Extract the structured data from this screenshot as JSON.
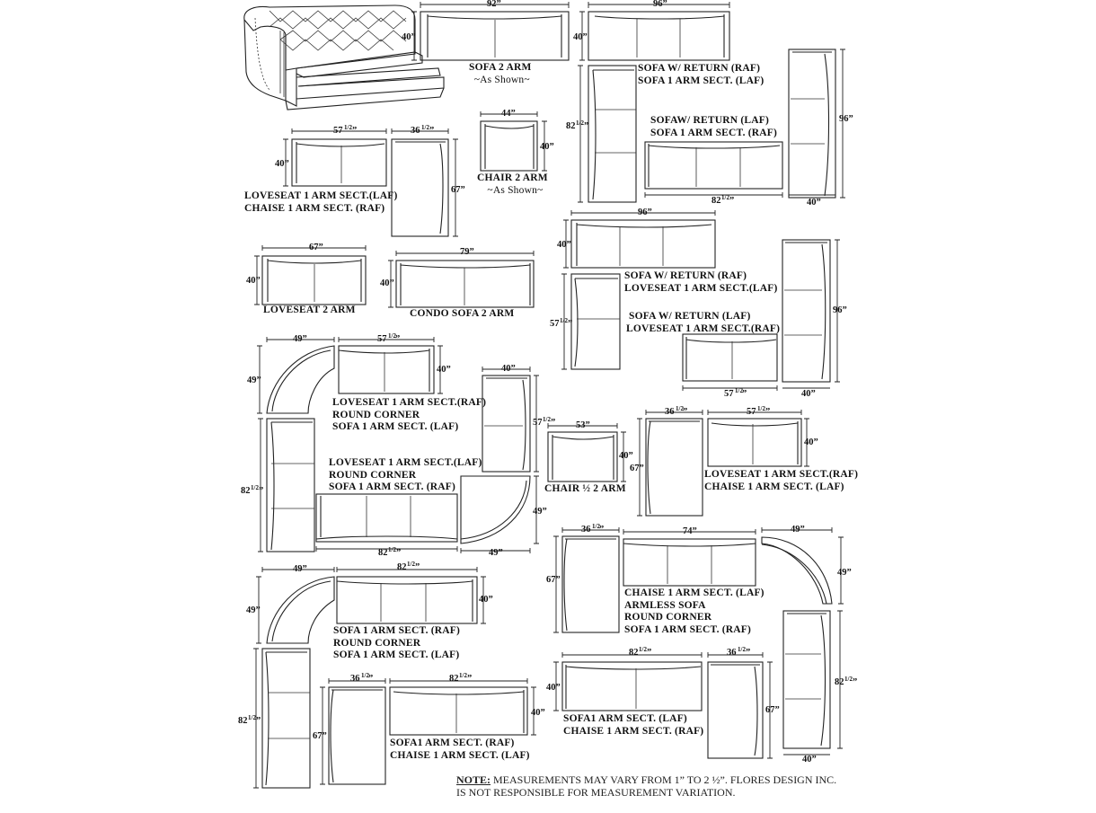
{
  "pieces": [
    {
      "id": "sofa2",
      "dims": [
        "92”",
        "40”"
      ],
      "labels": [
        "SOFA 2 ARM",
        "~As Shown~"
      ]
    },
    {
      "id": "sofa-return-96",
      "dims": [
        "96”",
        "40”",
        "82½”"
      ],
      "labels": [
        "SOFA W/ RETURN (RAF)",
        "SOFA 1 ARM SECT. (LAF)"
      ]
    },
    {
      "id": "sofa-return-laf",
      "dims": [
        "96”",
        "82½”",
        "40”"
      ],
      "labels": [
        "SOFAW/ RETURN (LAF)",
        "SOFA 1 ARM SECT. (RAF)"
      ]
    },
    {
      "id": "loveseat-chaise",
      "dims": [
        "57½”",
        "36½”",
        "40”",
        "67”"
      ],
      "labels": [
        "LOVESEAT 1 ARM SECT.(LAF)",
        "CHAISE 1 ARM SECT. (RAF)"
      ]
    },
    {
      "id": "chair2",
      "dims": [
        "44”",
        "40”"
      ],
      "labels": [
        "CHAIR 2 ARM",
        "~As Shown~"
      ]
    },
    {
      "id": "loveseat2",
      "dims": [
        "67”",
        "40”"
      ],
      "labels": [
        "LOVESEAT  2 ARM"
      ]
    },
    {
      "id": "condo",
      "dims": [
        "79”",
        "40”"
      ],
      "labels": [
        "CONDO SOFA 2 ARM"
      ]
    },
    {
      "id": "sofa-return-loveseat",
      "dims": [
        "96”",
        "40”",
        "57½”"
      ],
      "labels": [
        "SOFA W/ RETURN (RAF)",
        "LOVESEAT  1 ARM SECT.(LAF)"
      ]
    },
    {
      "id": "sofa-return-loveseat-laf",
      "dims": [
        "96”",
        "57½”",
        "40”"
      ],
      "labels": [
        "SOFA  W/ RETURN (LAF)",
        "LOVESEAT 1 ARM SECT.(RAF)"
      ]
    },
    {
      "id": "corner-loveseat",
      "dims": [
        "49”",
        "57½”",
        "49”",
        "40”",
        "82½”"
      ],
      "labels": [
        "LOVESEAT 1 ARM SECT.(RAF)",
        "ROUND CORNER",
        "SOFA 1 ARM SECT. (LAF)"
      ]
    },
    {
      "id": "corner-loveseat-laf",
      "dims": [
        "40”",
        "57½”",
        "82½”",
        "49”",
        "49”"
      ],
      "labels": [
        "LOVESEAT 1 ARM SECT.(LAF)",
        "ROUND CORNER",
        "SOFA 1 ARM SECT. (RAF)"
      ]
    },
    {
      "id": "chair-half",
      "dims": [
        "53”",
        "40”"
      ],
      "labels": [
        "CHAIR ½  2 ARM"
      ]
    },
    {
      "id": "loveseat-chaise-raf",
      "dims": [
        "36½”",
        "57½”",
        "67”",
        "40”"
      ],
      "labels": [
        "LOVESEAT 1 ARM SECT.(RAF)",
        "CHAISE 1 ARM SECT. (LAF)"
      ]
    },
    {
      "id": "chaise-armless",
      "dims": [
        "36½”",
        "74”",
        "49”",
        "67”",
        "49”",
        "82½”",
        "40”"
      ],
      "labels": [
        "CHAISE 1 ARM SECT. (LAF)",
        "ARMLESS SOFA",
        "ROUND CORNER",
        "SOFA 1 ARM SECT. (RAF)"
      ]
    },
    {
      "id": "corner-sofa",
      "dims": [
        "49”",
        "82½”",
        "49”",
        "40”",
        "82½”"
      ],
      "labels": [
        "SOFA 1 ARM SECT. (RAF)",
        "ROUND CORNER",
        "SOFA 1 ARM SECT. (LAF)"
      ]
    },
    {
      "id": "sofa-chaise-laf",
      "dims": [
        "36½”",
        "82½”",
        "67”",
        "40”"
      ],
      "labels": [
        "SOFA1 ARM SECT. (RAF)",
        "CHAISE 1 ARM SECT. (LAF)"
      ]
    },
    {
      "id": "sofa-chaise-raf",
      "dims": [
        "82½”",
        "36½”",
        "40”",
        "67”"
      ],
      "labels": [
        "SOFA1 ARM SECT. (LAF)",
        "CHAISE 1 ARM SECT. (RAF)"
      ]
    }
  ],
  "note": {
    "prefix": "NOTE:",
    "line1": " MEASUREMENTS MAY VARY FROM 1” TO 2 ½”. FLORES DESIGN INC.",
    "line2": "IS NOT RESPONSIBLE FOR MEASUREMENT VARIATION."
  }
}
